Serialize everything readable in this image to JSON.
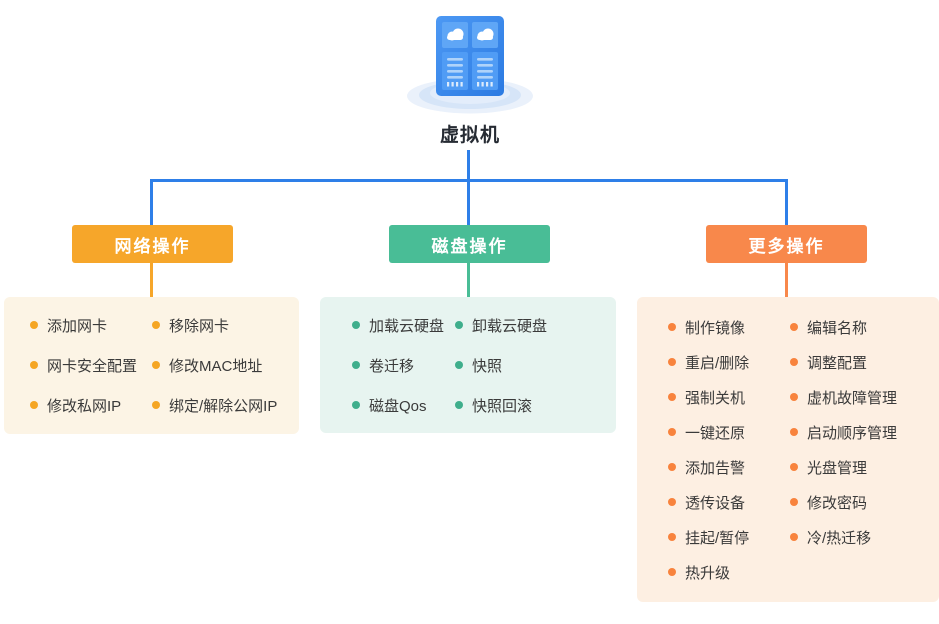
{
  "node": {
    "label": "虚拟机"
  },
  "branches": [
    {
      "id": "network",
      "label": "网络操作",
      "accent_color": "#F6A62A",
      "panel_color": "#FCF4E5",
      "items_col1": [
        "添加网卡",
        "网卡安全配置",
        "修改私网IP"
      ],
      "items_col2": [
        "移除网卡",
        "修改MAC地址",
        "绑定/解除公网IP"
      ]
    },
    {
      "id": "disk",
      "label": "磁盘操作",
      "accent_color": "#49BD96",
      "panel_color": "#E7F4F0",
      "items_col1": [
        "加载云硬盘",
        "卷迁移",
        "磁盘Qos"
      ],
      "items_col2": [
        "卸载云硬盘",
        "快照",
        "快照回滚"
      ]
    },
    {
      "id": "more",
      "label": "更多操作",
      "accent_color": "#F8884B",
      "panel_color": "#FDEFE2",
      "items_col1": [
        "制作镜像",
        "重启/删除",
        "强制关机",
        "一键还原",
        "添加告警",
        "透传设备",
        "挂起/暂停",
        "热升级"
      ],
      "items_col2": [
        "编辑名称",
        "调整配置",
        "虚机故障管理",
        "启动顺序管理",
        "光盘管理",
        "修改密码",
        "冷/热迁移"
      ]
    }
  ],
  "colors": {
    "connector_blue": "#2E7FE8",
    "network_accent": "#F6A62A",
    "disk_accent": "#49BD96",
    "more_accent": "#F8884B",
    "network_panel_bg": "#FCF4E5",
    "disk_panel_bg": "#E7F4F0",
    "more_panel_bg": "#FDEFE2",
    "item_text": "#3A3A3A"
  },
  "icons": {
    "root": "virtual-machine-server-icon"
  }
}
